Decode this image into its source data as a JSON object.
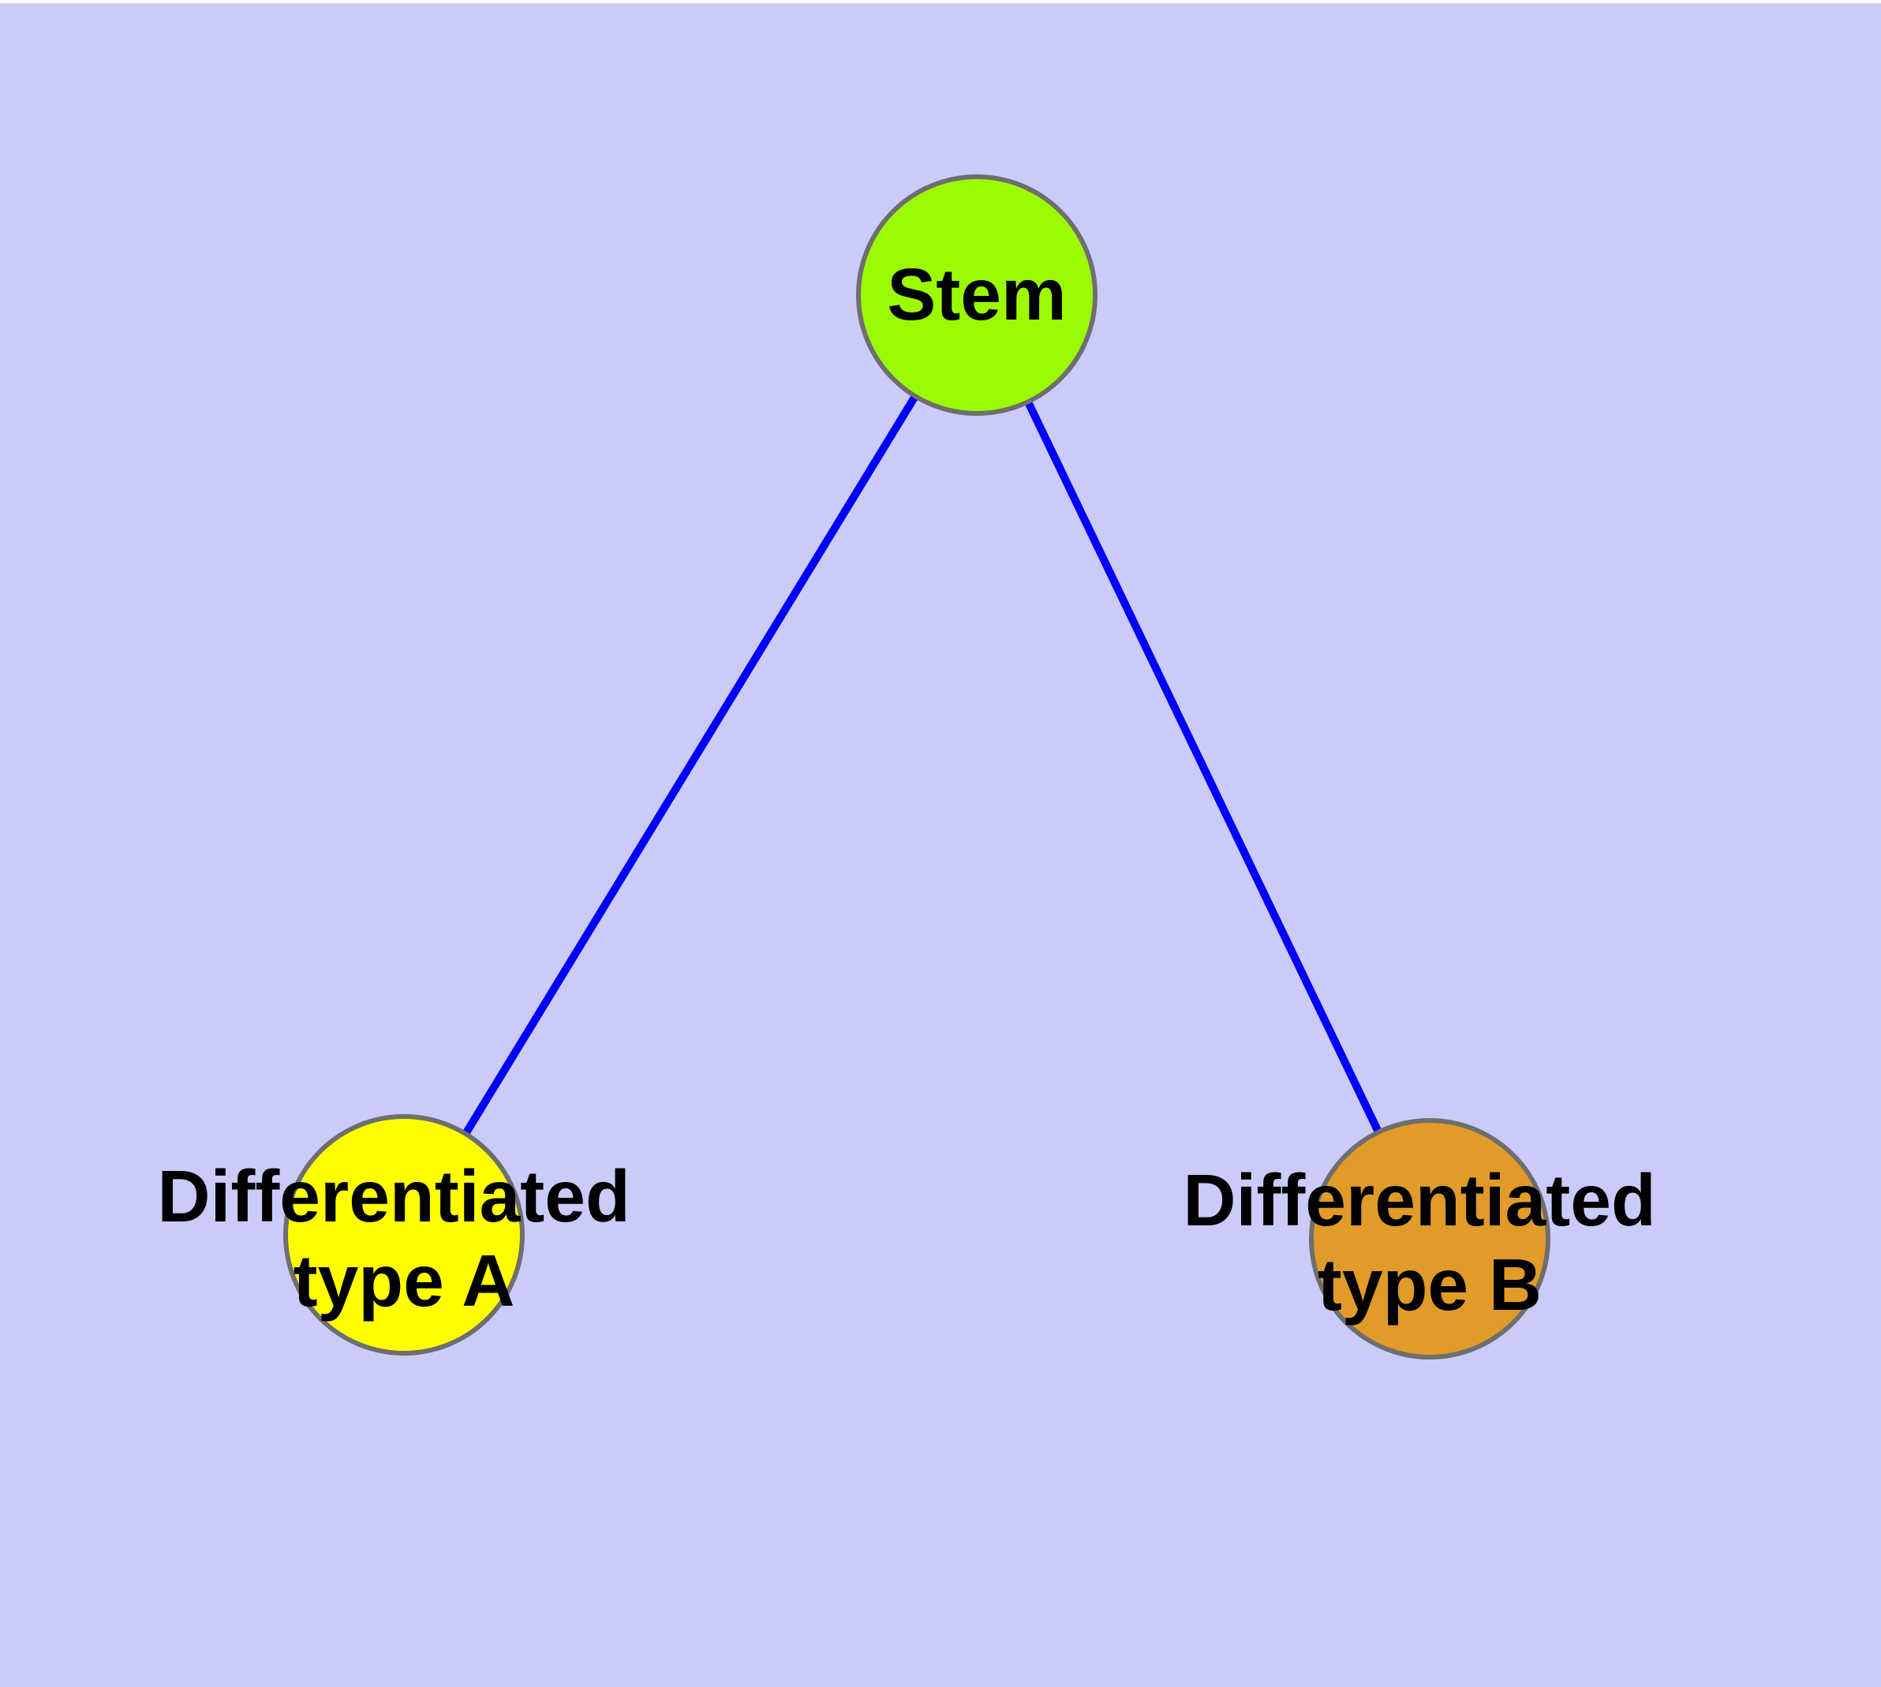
{
  "diagram": {
    "background_color": "#CBCBFA",
    "node_border_color": "#6E6E6E",
    "edge_color": "#0000F8",
    "label_color": "#000000",
    "nodes": [
      {
        "id": "stem",
        "label": "Stem",
        "lines": [
          "Stem"
        ],
        "fill_color": "#9CFA00"
      },
      {
        "id": "differentiated-type-a",
        "label": "Differentiated type A",
        "lines": [
          "Differentiated",
          "type A"
        ],
        "fill_color": "#FFFF00"
      },
      {
        "id": "differentiated-type-b",
        "label": "Differentiated type B",
        "lines": [
          "Differentiated",
          "type B"
        ],
        "fill_color": "#E09B28"
      }
    ],
    "edges": [
      {
        "from": "Stem",
        "to": "Differentiated type A"
      },
      {
        "from": "Stem",
        "to": "Differentiated type B"
      }
    ]
  }
}
